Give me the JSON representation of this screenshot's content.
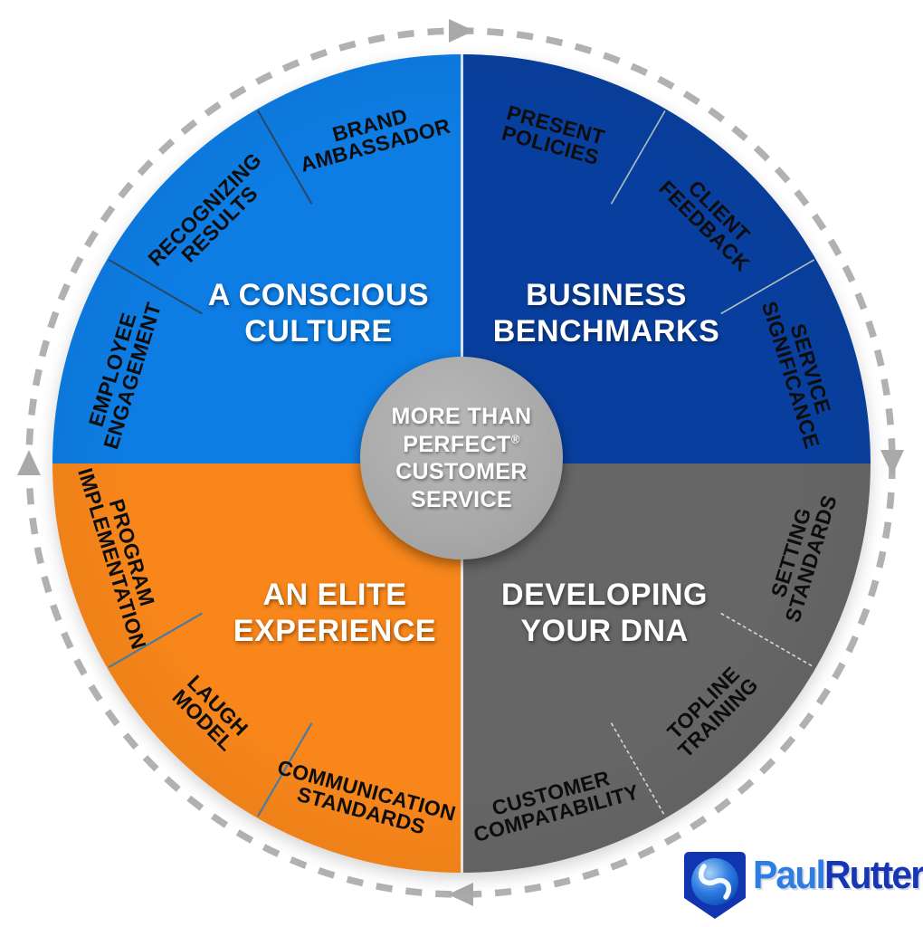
{
  "wheel": {
    "center_hub": {
      "lines": [
        "MORE THAN",
        "PERFECT",
        "CUSTOMER",
        "SERVICE"
      ],
      "registered_mark": "®",
      "color": "#a9a9a9"
    },
    "quadrants": [
      {
        "title": "A CONSCIOUS\nCULTURE",
        "color": "#0d7de4",
        "items": [
          "BRAND\nAMBASSADOR",
          "RECOGNIZING\nRESULTS",
          "EMPLOYEE\nENGAGEMENT"
        ]
      },
      {
        "title": "BUSINESS\nBENCHMARKS",
        "color": "#083f9f",
        "items": [
          "PRESENT\nPOLICIES",
          "CLIENT\nFEEDBACK",
          "SERVICE\nSIGNIFICANCE"
        ]
      },
      {
        "title": "AN ELITE\nEXPERIENCE",
        "color": "#f8861a",
        "items": [
          "PROGRAM\nIMPLEMENTATION",
          "LAUGH\nMODEL",
          "COMMUNICATION\nSTANDARDS"
        ]
      },
      {
        "title": "DEVELOPING\nYOUR DNA",
        "color": "#666666",
        "items": [
          "SETTING\nSTANDARDS",
          "TOPLINE\nTRAINING",
          "CUSTOMER\nCOMPATABILITY"
        ]
      }
    ],
    "flow_ring": {
      "direction": "clockwise",
      "arrow_positions": [
        "top",
        "right",
        "bottom",
        "left"
      ],
      "dash_color": "#b1b1b1"
    }
  },
  "logo": {
    "name_first": "Paul",
    "name_second": "Rutter",
    "color_first": "#2e7de2",
    "color_second": "#1636b5",
    "shield_color": "#1135b1"
  }
}
